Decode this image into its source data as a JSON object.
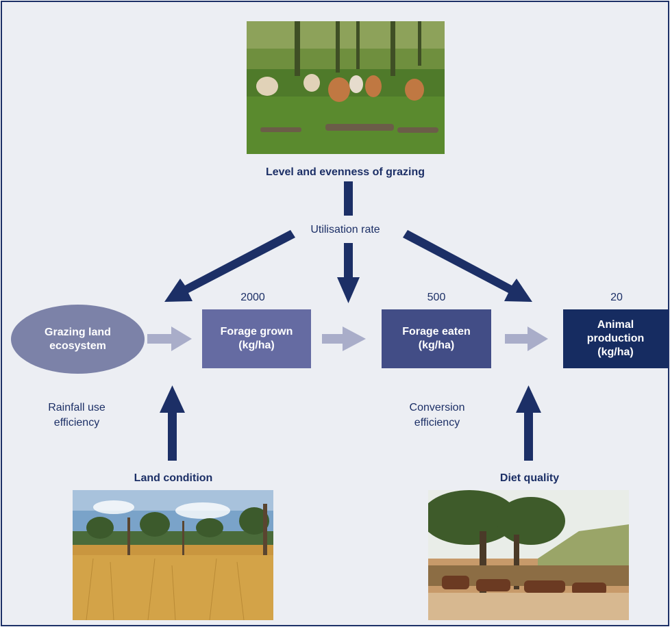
{
  "top_caption": "Level and evenness of grazing",
  "utilisation_label": "Utilisation rate",
  "values": {
    "forage_grown": "2000",
    "forage_eaten": "500",
    "animal_production": "20"
  },
  "nodes": {
    "ecosystem": "Grazing land\necosystem",
    "forage_grown": "Forage grown\n(kg/ha)",
    "forage_eaten": "Forage eaten\n(kg/ha)",
    "animal_production": "Animal\nproduction\n(kg/ha)"
  },
  "rainfall_label": "Rainfall use\nefficiency",
  "conversion_label": "Conversion\nefficiency",
  "land_caption": "Land condition",
  "diet_caption": "Diet quality",
  "colors": {
    "border": "#1c2f66",
    "background": "#eceef3",
    "dark_arrow": "#1c2f66",
    "light_arrow": "#a9adc9",
    "ecosystem": "#7c82a8",
    "forage_grown": "#656ba2",
    "forage_eaten": "#424d86",
    "animal_production": "#162c61"
  }
}
